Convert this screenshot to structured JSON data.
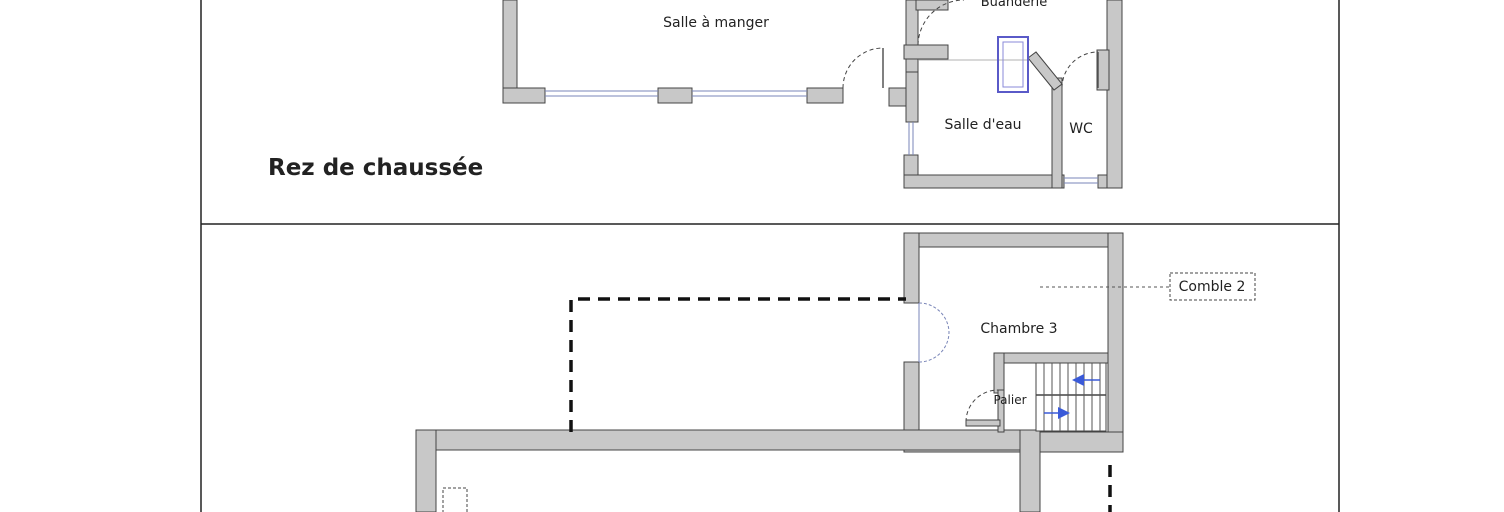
{
  "colors": {
    "wall_fill": "#c8c8c8",
    "wall_stroke": "#444444",
    "window": "#7a86b8",
    "accent": "#3a5ad8"
  },
  "top_plan": {
    "section_title": "Rez de chaussée",
    "rooms": {
      "dining": "Salle à manger",
      "laundry": "Buanderie",
      "shower_room": "Salle d'eau",
      "wc": "WC"
    }
  },
  "bottom_plan": {
    "rooms": {
      "bedroom3": "Chambre 3",
      "landing": "Palier",
      "attic2": "Comble 2"
    }
  }
}
